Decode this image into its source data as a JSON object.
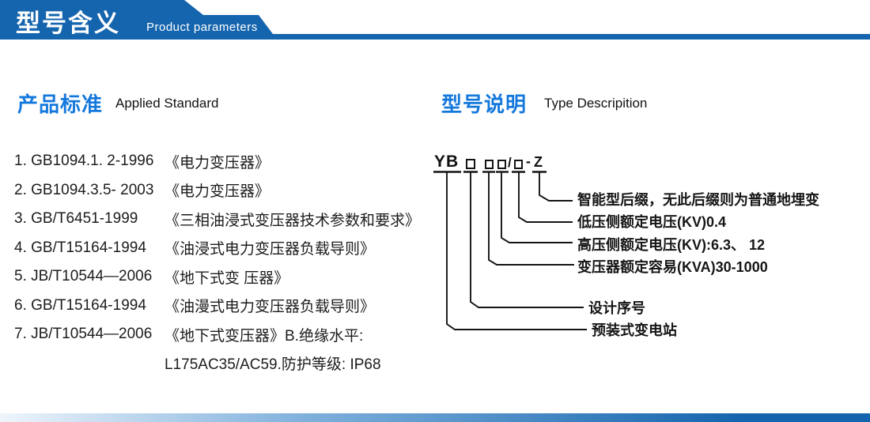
{
  "header": {
    "title": "型号含义",
    "subtitle": "Product parameters"
  },
  "left_section": {
    "heading_cn": "产品标准",
    "heading_en": "Applied Standard",
    "items": [
      {
        "code": "1. GB1094.1. 2-1996",
        "title": "《电力变压器》"
      },
      {
        "code": "2. GB1094.3.5- 2003",
        "title": "《电力变压器》"
      },
      {
        "code": "3. GB/T6451-1999",
        "title": "《三相油浸式变压器技术参数和要求》"
      },
      {
        "code": "4. GB/T15164-1994",
        "title": "《油浸式电力变压器负载导则》"
      },
      {
        "code": "5. JB/T10544—2006",
        "title": "《地下式变 压器》"
      },
      {
        "code": "6. GB/T15164-1994",
        "title": "《油漫式电力变压器负载导则》"
      },
      {
        "code": "7. JB/T10544—2006",
        "title": "《地下式变压器》B.绝缘水平:"
      }
    ],
    "continuation": "L175AC35/AC59.防护等级: IP68"
  },
  "right_section": {
    "heading_cn": "型号说明",
    "heading_en": "Type Descripition",
    "model_code": {
      "prefix": "YB",
      "box": "□",
      "slash": "/",
      "dash": "-",
      "suffix": "Z"
    },
    "labels": [
      "智能型后缀，无此后缀则为普通地埋变",
      "低压侧额定电压(KV)0.4",
      "高压侧额定电压(KV):6.3、 12",
      "变压器额定容易(KVA)30-1000",
      "设计序号",
      "预装式变电站"
    ]
  },
  "colors": {
    "banner_blue": "#1565ae",
    "heading_blue": "#1478dc",
    "bar_start": "#eef5fb",
    "bar_mid": "#7fb0dc",
    "bar_end": "#1565ae"
  }
}
